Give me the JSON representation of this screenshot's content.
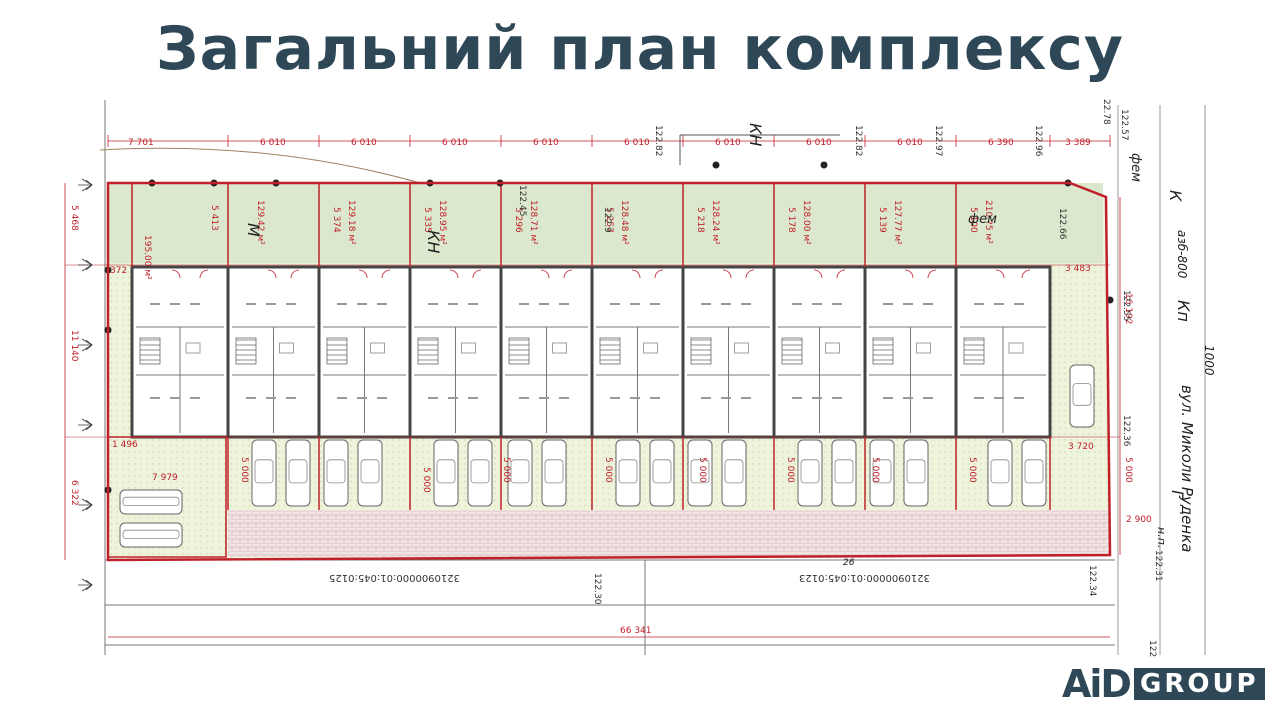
{
  "title": "Загальний план комплексу",
  "logo": {
    "mark": "AiD",
    "text": "GROUP"
  },
  "plot_areas": [
    "195.00 м²",
    "129.42 м²",
    "129.18 м²",
    "128.95 м²",
    "128.71 м²",
    "128.48 м²",
    "128.24 м²",
    "128.00 м²",
    "127.77 м²",
    "210.?5 м²"
  ],
  "top_dims": [
    "7 701",
    "6 010",
    "6 010",
    "6 010",
    "6 010",
    "6 010",
    "6 010",
    "6 010",
    "6 010",
    "6 390",
    "3 389"
  ],
  "plot_widths": [
    "5 413",
    "5 374",
    "5 335",
    "5 296",
    "5 257",
    "5 218",
    "5 178",
    "5 139",
    "5 100"
  ],
  "left_dims": [
    "5 468",
    "11 140",
    "1 496",
    "6 322"
  ],
  "right_dims": [
    "3 483",
    "16 192",
    "3 720",
    "5 000",
    "2 900"
  ],
  "parking_dims": [
    "5 000",
    "5 000",
    "5 000",
    "5 000",
    "5 000",
    "5 000",
    "5 000",
    "5 000"
  ],
  "misc_dims": {
    "left_offset": "372",
    "lot_width": "7 979",
    "total_width": "66 341"
  },
  "cadastral": [
    "3210900000:01:045:0125",
    "3210900000:01:045:0123"
  ],
  "elevations": [
    "122.82",
    "122.82",
    "122.97",
    "122.96",
    "122.57",
    "22.78",
    "122.66",
    "122.45",
    "122.55",
    "122.36",
    "122.31",
    "122.30",
    "122.34",
    "122.9",
    "122"
  ],
  "labels": {
    "m": "М",
    "kn1": "КН",
    "kn2": "КН",
    "fem1": "фем",
    "fem2": "фем",
    "k": "К",
    "asb": "азб-800",
    "kp": "Кп",
    "d1000": "1000",
    "street": "вул. Миколи Руденка",
    "g": "Г",
    "np": "н.п.",
    "num26": "26"
  }
}
